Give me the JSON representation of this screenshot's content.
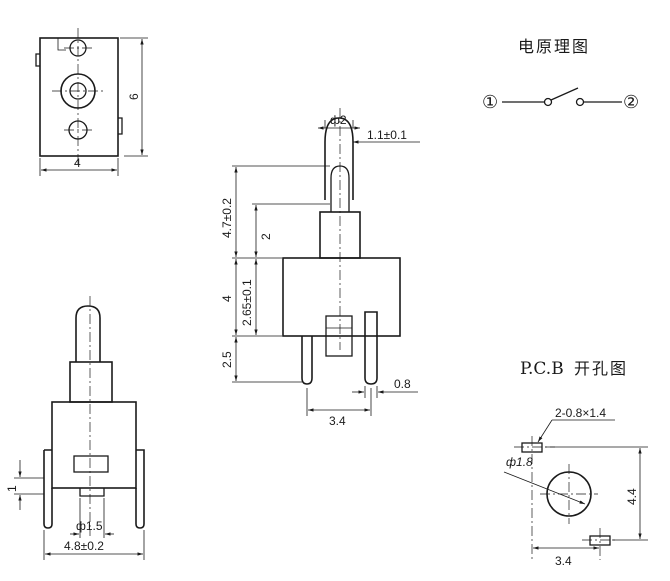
{
  "labels": {
    "schematic_title": "电原理图",
    "pcb_title_prefix": "P.C.B",
    "pcb_title_suffix": "开孔图",
    "pin1": "①",
    "pin2": "②"
  },
  "dimensions": {
    "top_width": "4",
    "top_height": "6",
    "phi_plunger": "ф2",
    "plunger_tol": "1.1±0.1",
    "travel_total": "4.7±0.2",
    "travel_part": "2",
    "body_height": "4",
    "body_height_part": "2.65±0.1",
    "pin_length": "2.5",
    "pin_thickness": "0.8",
    "pin_pitch_front": "3.4",
    "side_offset": "1",
    "side_phi": "ф1.5",
    "side_width": "4.8±0.2",
    "pcb_slot": "2-0.8×1.4",
    "pcb_hole": "ф1.8",
    "pcb_height": "4.4",
    "pcb_pitch": "3.4"
  }
}
